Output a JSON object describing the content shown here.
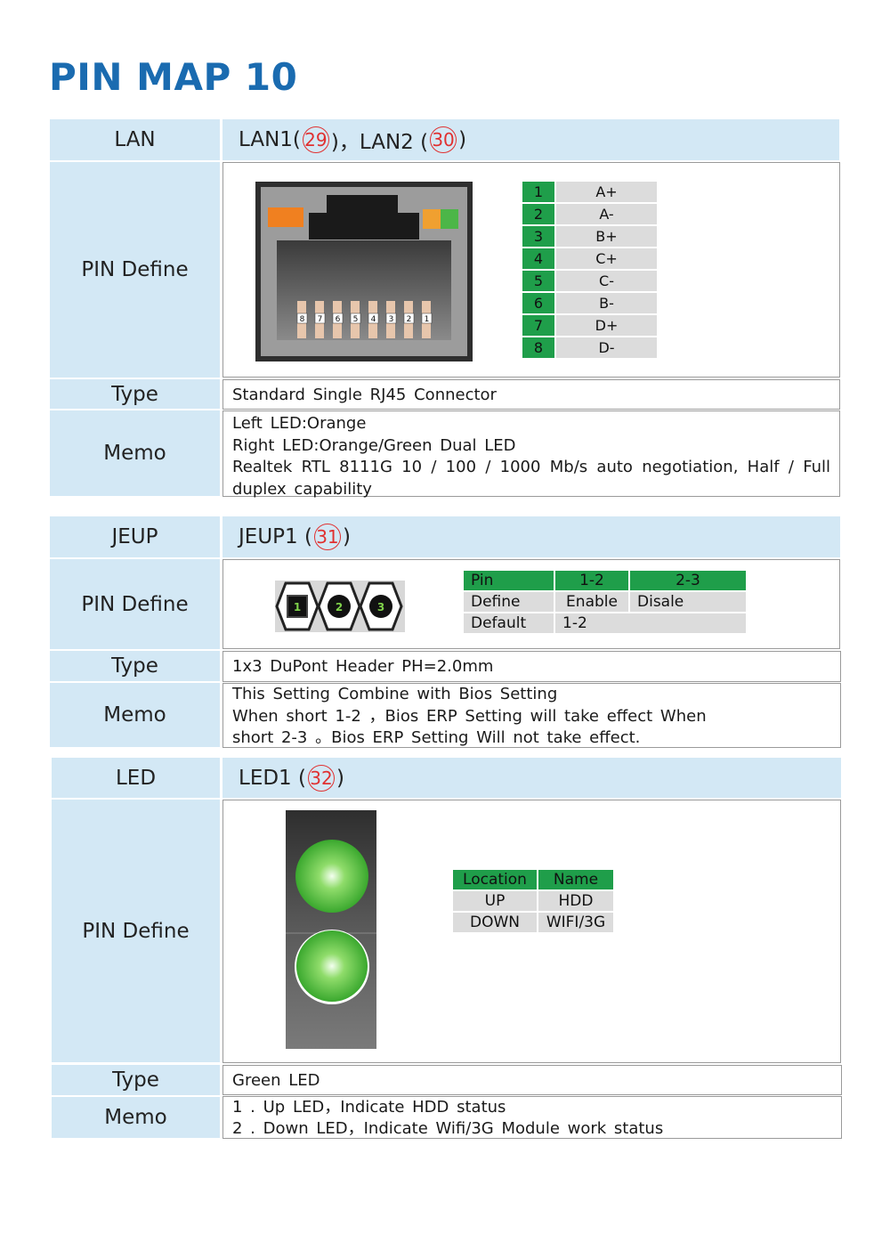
{
  "page_title": "PIN MAP 10",
  "sections": {
    "lan": {
      "label": "LAN",
      "header_a": "LAN1(",
      "header_a_num": "29",
      "header_mid": ")，LAN2 (",
      "header_b_num": "30",
      "header_end": ")",
      "pin_define_label": "PIN Define",
      "type_label": "Type",
      "type_value": "Standard Single RJ45 Connector",
      "memo_label": "Memo",
      "memo_lines": [
        "Left LED:Orange",
        "Right LED:Orange/Green Dual LED",
        "Realtek RTL 8111G 10 / 100 / 1000 Mb/s auto negotiation, Half / Full",
        "duplex capability"
      ],
      "pin_numbers_on_image": [
        "8",
        "7",
        "6",
        "5",
        "4",
        "3",
        "2",
        "1"
      ],
      "pin_table": [
        {
          "pin": "1",
          "signal": "A+"
        },
        {
          "pin": "2",
          "signal": "A-"
        },
        {
          "pin": "3",
          "signal": "B+"
        },
        {
          "pin": "4",
          "signal": "C+"
        },
        {
          "pin": "5",
          "signal": "C-"
        },
        {
          "pin": "6",
          "signal": "B-"
        },
        {
          "pin": "7",
          "signal": "D+"
        },
        {
          "pin": "8",
          "signal": "D-"
        }
      ],
      "led_colors": {
        "left": "#f08020",
        "right_a": "#f0a030",
        "right_b": "#4cb648"
      }
    },
    "jeup": {
      "label": "JEUP",
      "header_a": "JEUP1 (",
      "header_num": "31",
      "header_end": ")",
      "pin_define_label": "PIN Define",
      "header_pins": [
        "1",
        "2",
        "3"
      ],
      "table": {
        "head": [
          "Pin",
          "1-2",
          "2-3"
        ],
        "rows": [
          [
            "Define",
            "Enable",
            "Disale"
          ],
          [
            "Default",
            "1-2",
            ""
          ]
        ]
      },
      "type_label": "Type",
      "type_value": "1x3 DuPont Header PH=2.0mm",
      "memo_label": "Memo",
      "memo_lines": [
        "This Setting Combine with Bios Setting",
        "When short 1-2 ，Bios ERP Setting will take effect When",
        "short 2-3 。Bios ERP Setting Will not take effect."
      ]
    },
    "led": {
      "label": "LED",
      "header_a": "LED1 (",
      "header_num": "32",
      "header_end": ")",
      "pin_define_label": "PIN Define",
      "table": {
        "head": [
          "Location",
          "Name"
        ],
        "rows": [
          [
            "UP",
            "HDD"
          ],
          [
            "DOWN",
            "WIFI/3G"
          ]
        ]
      },
      "type_label": "Type",
      "type_value": "Green LED",
      "memo_label": "Memo",
      "memo_lines": [
        "1 . Up LED，Indicate HDD status",
        "2 . Down LED，Indicate Wifi/3G Module work status"
      ]
    }
  },
  "colors": {
    "title": "#1a6bb0",
    "label_bg": "#d3e8f5",
    "table_green": "#1f9e4a",
    "table_gray": "#dcdcdc",
    "circle_red": "#e03030"
  }
}
